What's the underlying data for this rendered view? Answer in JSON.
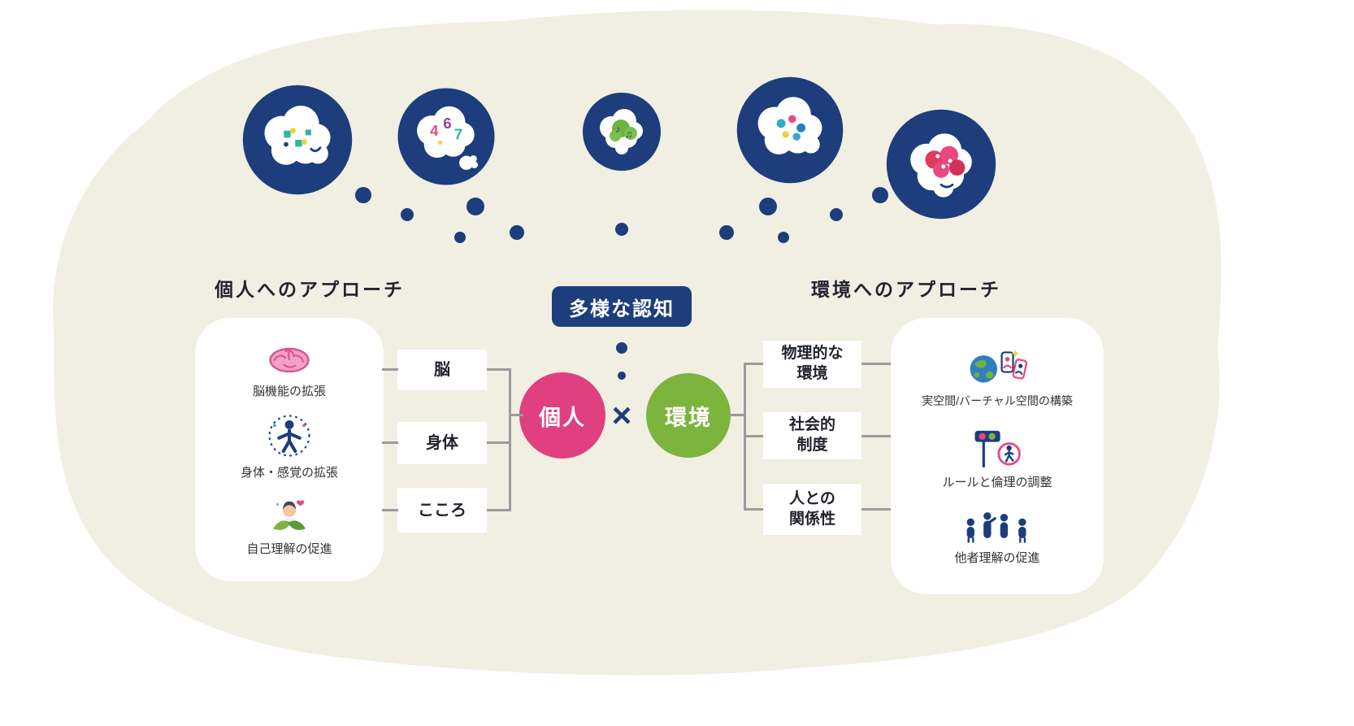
{
  "diagram": {
    "center": {
      "label": "多様な認知",
      "individual": "個人",
      "multiply": "×",
      "environment": "環境"
    },
    "left": {
      "heading": "個人へのアプローチ",
      "items": [
        {
          "icon": "brain-icon",
          "caption": "脳機能の拡張"
        },
        {
          "icon": "body-senses-icon",
          "caption": "身体・感覚の拡張"
        },
        {
          "icon": "self-understanding-icon",
          "caption": "自己理解の促進"
        }
      ],
      "boxes": [
        "脳",
        "身体",
        "こころ"
      ]
    },
    "right": {
      "heading": "環境へのアプローチ",
      "boxes": [
        [
          "物理的な",
          "環境"
        ],
        [
          "社会的",
          "制度"
        ],
        [
          "人との",
          "関係性"
        ]
      ],
      "items": [
        {
          "icon": "real-virtual-space-icon",
          "caption": "実空間/バーチャル空間の構築"
        },
        {
          "icon": "rules-ethics-icon",
          "caption": "ルールと倫理の調整"
        },
        {
          "icon": "others-understanding-icon",
          "caption": "他者理解の促進"
        }
      ]
    },
    "heads": [
      {
        "name": "head-cloud-pixels-icon",
        "accents": [
          "#2fb5a0",
          "#f2d23c"
        ],
        "glyphs": []
      },
      {
        "name": "head-cloud-numbers-icon",
        "accents": [
          "#e84b8a",
          "#8a4a9e",
          "#2fb5a0"
        ],
        "glyphs": [
          "4",
          "6",
          "7"
        ]
      },
      {
        "name": "head-cloud-music-icon",
        "accents": [
          "#6cb33f"
        ],
        "glyphs": [
          "♪",
          "♫"
        ]
      },
      {
        "name": "head-cloud-dots-icon",
        "accents": [
          "#35a8c9",
          "#e84b8a",
          "#2b7fc1"
        ],
        "glyphs": []
      },
      {
        "name": "head-cloud-flower-icon",
        "accents": [
          "#e23a5f",
          "#e8487e"
        ],
        "glyphs": []
      }
    ],
    "colors": {
      "navy": "#1d3d7c",
      "pink": "#e0407f",
      "green": "#7cb43e",
      "cream": "#f0efe2",
      "line": "#9b9b9b"
    }
  }
}
